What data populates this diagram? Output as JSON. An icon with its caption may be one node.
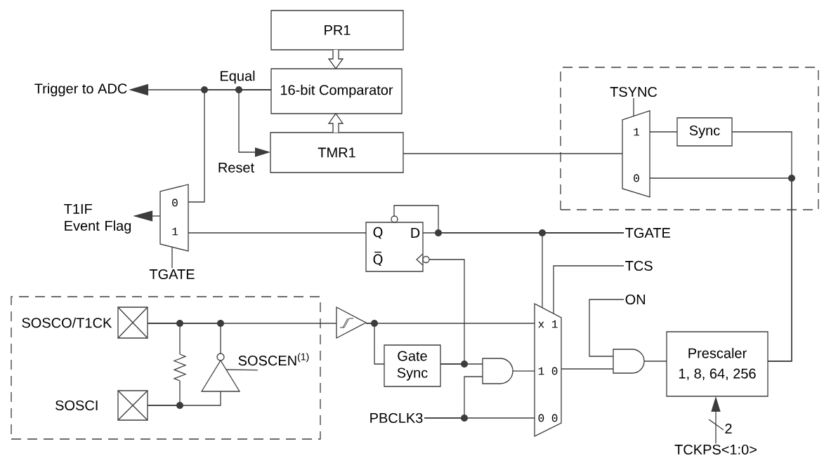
{
  "diagram": {
    "nodes": [
      {
        "text": [
          "PR1"
        ]
      },
      {
        "text": [],
        "shape": "box"
      },
      {
        "text": [
          "Trigger to ADC"
        ]
      },
      {
        "text": [
          "16-bit Comparator"
        ]
      },
      {
        "text": [
          "TSYNC"
        ],
        "in": 1
      },
      {
        "text": [
          "1",
          "0"
        ],
        "in": 1
      },
      {
        "text": [
          "Sync"
        ],
        "in": 1
      },
      {
        "text": [
          "TMR1"
        ]
      },
      {
        "text": [
          "T1IF Event Flag"
        ]
      },
      {
        "text": [
          "0",
          "1"
        ]
      },
      {
        "text": [
          "Q",
          "D",
          "Q̅"
        ]
      },
      {
        "text": [
          "TGATE"
        ]
      },
      {
        "text": [
          "TCS"
        ]
      },
      {
        "text": [
          "TGATE"
        ]
      },
      {
        "text": [],
        "shape": "box"
      },
      {
        "text": [
          "ON"
        ]
      },
      {
        "text": [],
        "shape": "box",
        "beside": [
          "SOSCO/T1CK"
        ],
        "in": 14
      },
      {
        "text": [],
        "shape": "triangle"
      },
      {
        "text": [
          "x 1",
          "1 0",
          "0 0"
        ]
      },
      {
        "text": [
          "Prescaler",
          "1, 8, 64, 256"
        ]
      },
      {
        "text": [
          "Gate Sync"
        ]
      },
      {
        "text": [],
        "shape": "gate"
      },
      {
        "text": [],
        "shape": "resistor",
        "in": 14
      },
      {
        "text": [],
        "shape": "triangle",
        "in": 14
      },
      {
        "text": [
          "SOSCEN$^{(1)}$"
        ],
        "in": 14
      },
      {
        "text": [],
        "shape": "gate"
      },
      {
        "text": [],
        "shape": "box",
        "beside": [
          "SOSCI"
        ],
        "in": 14
      },
      {
        "text": [
          "PBCLK3"
        ]
      },
      {
        "text": [
          "TCKPS<1:0>"
        ]
      }
    ],
    "edges": [
      {
        "from": 0,
        "to": 3,
        "arrow": "to",
        "style": "thick"
      },
      {
        "from": 7,
        "to": 3,
        "arrow": "to",
        "style": "thick"
      },
      {
        "from": 3,
        "to": 2,
        "arrow": "to",
        "label": "Equal"
      },
      {
        "from": 3,
        "to": 7,
        "arrow": "to",
        "label": "Reset"
      },
      {
        "from": 3,
        "to": 9,
        "arrow": "none"
      },
      {
        "from": 9,
        "to": 8,
        "arrow": "to"
      },
      {
        "from": 13,
        "to": 9,
        "arrow": "none"
      },
      {
        "from": 10,
        "to": 9,
        "arrow": "none"
      },
      {
        "from": 11,
        "to": 10,
        "arrow": "none"
      },
      {
        "from": 11,
        "to": 18,
        "arrow": "none"
      },
      {
        "from": 11,
        "to": 10,
        "arrow": "none"
      },
      {
        "from": 12,
        "to": 18,
        "arrow": "none"
      },
      {
        "from": 5,
        "to": 7,
        "arrow": "none"
      },
      {
        "from": 4,
        "to": 5,
        "arrow": "none"
      },
      {
        "from": 6,
        "to": 5,
        "arrow": "none"
      },
      {
        "from": 19,
        "to": 6,
        "arrow": "none"
      },
      {
        "from": 19,
        "to": 5,
        "arrow": "none"
      },
      {
        "from": 15,
        "to": 25,
        "arrow": "none"
      },
      {
        "from": 18,
        "to": 25,
        "arrow": "none"
      },
      {
        "from": 25,
        "to": 19,
        "arrow": "none"
      },
      {
        "from": 28,
        "to": 19,
        "arrow": "to",
        "label": "2"
      },
      {
        "from": 16,
        "to": 17,
        "arrow": "none"
      },
      {
        "from": 16,
        "to": 22,
        "arrow": "none"
      },
      {
        "from": 26,
        "to": 22,
        "arrow": "none"
      },
      {
        "from": 23,
        "to": 16,
        "arrow": "none"
      },
      {
        "from": 26,
        "to": 23,
        "arrow": "none"
      },
      {
        "from": 24,
        "to": 23,
        "arrow": "none"
      },
      {
        "from": 17,
        "to": 18,
        "arrow": "none"
      },
      {
        "from": 17,
        "to": 20,
        "arrow": "none"
      },
      {
        "from": 20,
        "to": 21,
        "arrow": "none"
      },
      {
        "from": 20,
        "to": 10,
        "arrow": "none"
      },
      {
        "from": 21,
        "to": 18,
        "arrow": "none"
      },
      {
        "from": 27,
        "to": 18,
        "arrow": "none"
      },
      {
        "from": 27,
        "to": 21,
        "arrow": "none"
      }
    ]
  }
}
